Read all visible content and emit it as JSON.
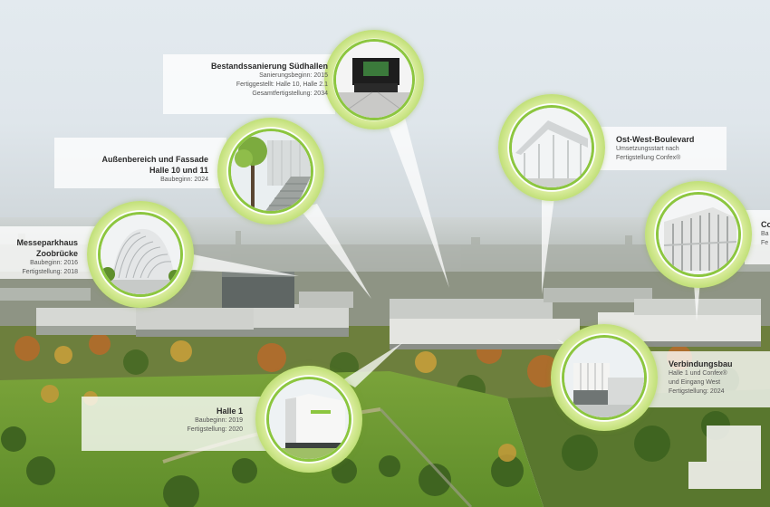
{
  "callouts": [
    {
      "id": "suedhallen",
      "title": "Bestandssanierung Südhallen",
      "lines": [
        "Sanierungsbeginn: 2015",
        "Fertiggestellt: Halle 10, Halle 2.1",
        "Gesamtfertigstellung: 2034"
      ],
      "icon": "hall-interior-photo"
    },
    {
      "id": "aussenbereich",
      "title_lines": [
        "Außenbereich und Fassade",
        "Halle 10 und 11"
      ],
      "lines": [
        "Baubeginn: 2024"
      ],
      "icon": "stairway-facade-photo"
    },
    {
      "id": "messeparkhaus",
      "title_lines": [
        "Messeparkhaus",
        "Zoobrücke"
      ],
      "lines": [
        "Baubeginn: 2016",
        "Fertigstellung: 2018"
      ],
      "icon": "parking-garage-photo"
    },
    {
      "id": "ostwest",
      "title": "Ost-West-Boulevard",
      "lines": [
        "Umsetzungsstart nach",
        "Fertigstellung Confex®"
      ],
      "icon": "canopy-photo"
    },
    {
      "id": "confex",
      "title": "Co",
      "lines": [
        "Ba",
        "Fe"
      ],
      "icon": "confex-building-photo"
    },
    {
      "id": "verbindungsbau",
      "title": "Verbindungsbau",
      "lines": [
        "Halle 1 und Confex®",
        "und Eingang West",
        "Fertigstellung: 2024"
      ],
      "icon": "connector-building-photo"
    },
    {
      "id": "halle1",
      "title": "Halle 1",
      "lines": [
        "Baubeginn: 2019",
        "Fertigstellung: 2020"
      ],
      "icon": "hall1-photo"
    }
  ],
  "colors": {
    "accent": "#8cc63f",
    "accent_light": "#d9ec9c",
    "text": "#2b2b2b"
  }
}
